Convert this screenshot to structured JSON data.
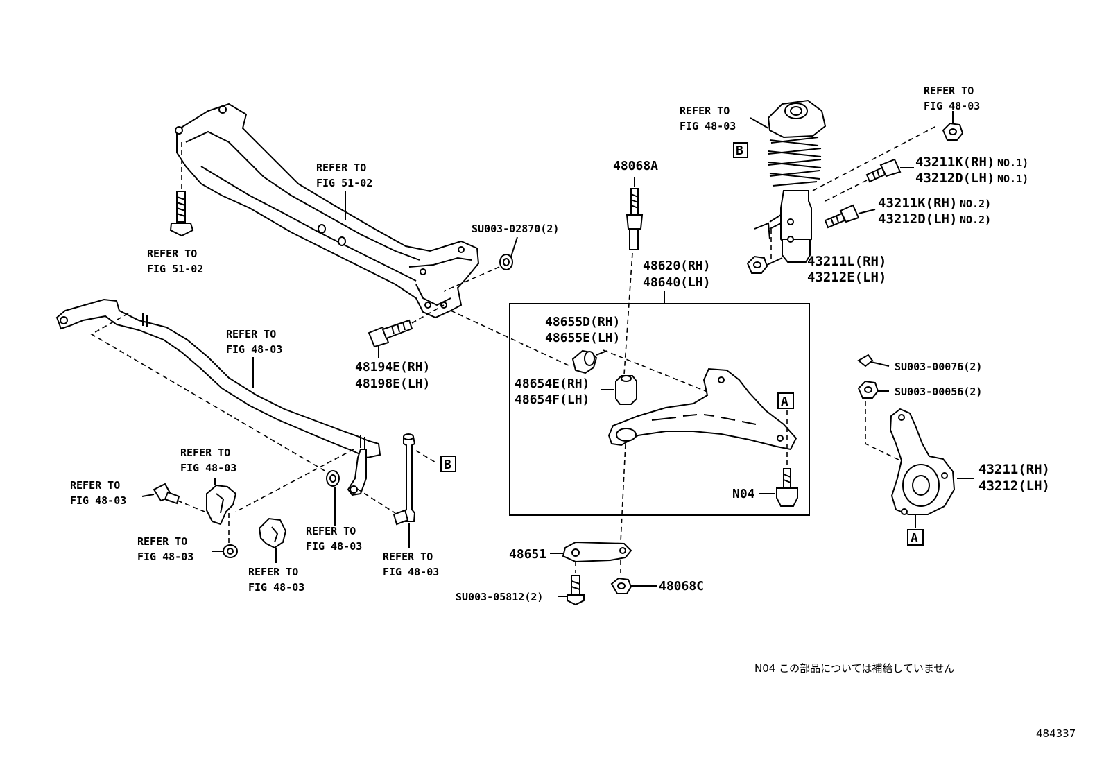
{
  "diagram": {
    "labels": {
      "refer_fig_51_02_top_a": "REFER TO",
      "refer_fig_51_02_top_b": "FIG 51-02",
      "refer_fig_51_02_left_a": "REFER TO",
      "refer_fig_51_02_left_b": "FIG 51-02",
      "su_02870": "SU003-02870(2)",
      "p48194e": "48194E(RH)",
      "p48198e": "48198E(LH)",
      "refer_stab_a": "REFER TO",
      "refer_stab_b": "FIG 48-03",
      "refer_bracket_a": "REFER TO",
      "refer_bracket_b": "FIG 48-03",
      "refer_bolt_a": "REFER TO",
      "refer_bolt_b": "FIG 48-03",
      "refer_nut_a": "REFER TO",
      "refer_nut_b": "FIG 48-03",
      "refer_bush_a": "REFER TO",
      "refer_bush_b": "FIG 48-03",
      "refer_linknut_a": "REFER TO",
      "refer_linknut_b": "FIG 48-03",
      "refer_link_a": "REFER TO",
      "refer_link_b": "FIG 48-03",
      "refer_strut_a": "REFER TO",
      "refer_strut_b": "FIG 48-03",
      "refer_strutnut_a": "REFER TO",
      "refer_strutnut_b": "FIG 48-03",
      "p48068a": "48068A",
      "p48620": "48620(RH)",
      "p48640": "48640(LH)",
      "p48655d": "48655D(RH)",
      "p48655e": "48655E(LH)",
      "p48654e": "48654E(RH)",
      "p48654f": "48654F(LH)",
      "n04": "N04",
      "p48651": "48651",
      "su_05812": "SU003-05812(2)",
      "p48068c": "48068C",
      "p43211k_1": "43211K(RH)",
      "no1_a": "NO.1)",
      "p43212d_1": "43212D(LH)",
      "no1_b": "NO.1)",
      "p43211k_2": "43211K(RH)",
      "no2_a": "NO.2)",
      "p43212d_2": "43212D(LH)",
      "no2_b": "NO.2)",
      "p43211l": "43211L(RH)",
      "p43212e": "43212E(LH)",
      "su_00076": "SU003-00076(2)",
      "su_00056": "SU003-00056(2)",
      "p43211": "43211(RH)",
      "p43212": "43212(LH)",
      "ref_a1": "A",
      "ref_a2": "A",
      "ref_b1": "B",
      "ref_b2": "B"
    },
    "footnote": "N04 この部品については補給していません",
    "figure_number": "484337"
  }
}
